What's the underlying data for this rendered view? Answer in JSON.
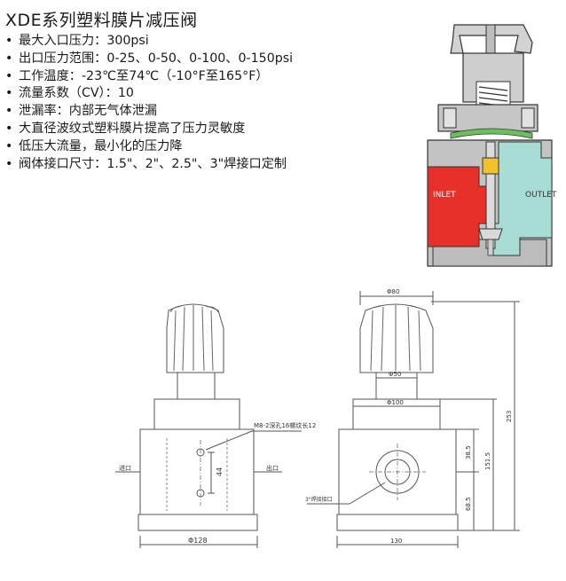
{
  "product": {
    "title": "XDE系列塑料膜片减压阀",
    "specs": [
      "最大入口压力：300psi",
      "出口压力范围：0-25、0-50、0-100、0-150psi",
      "工作温度：-23℃至74℃（-10°F至165°F）",
      "流量系数（CV）：10",
      "泄漏率：内部无气体泄漏",
      "大直径波纹式塑料膜片提高了压力灵敏度",
      "低压大流量，最小化的压力降",
      "阀体接口尺寸：1.5\"、2\"、2.5\"、3\"焊接口定制"
    ]
  },
  "cross_section": {
    "inlet_label": "INLET",
    "outlet_label": "OUTLET",
    "colors": {
      "inlet": "#e8302a",
      "outlet": "#a8ddd6",
      "body": "#c4c4c4"
    }
  },
  "front_view": {
    "bolt_note": "M8-2深孔16螺纹长12",
    "inlet_label": "进口",
    "outlet_label": "出口",
    "bolt_spacing": "44",
    "base_diameter": "Φ128"
  },
  "side_view": {
    "top_diameter": "Φ80",
    "stem_diameter": "Φ50",
    "cap_diameter": "Φ100",
    "port_note": "3\"焊接接口",
    "dim_overall_height": "253",
    "dim_lower_height": "151.5",
    "dim_upper_body": "38.5",
    "dim_base": "68.5",
    "width": "130"
  }
}
